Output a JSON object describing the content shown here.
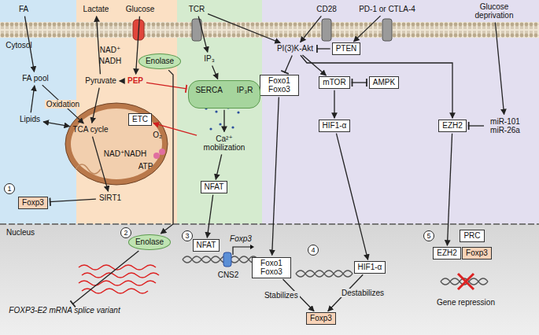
{
  "diagram": {
    "nodes": [
      {
        "text": [
          "FA"
        ]
      },
      {
        "text": [
          "Lactate"
        ]
      },
      {
        "text": [
          "Glucose"
        ]
      },
      {
        "text": [
          "TCR"
        ]
      },
      {
        "text": [
          "CD28"
        ]
      },
      {
        "text": [
          "PD-1 or CTLA-4"
        ]
      },
      {
        "text": [
          "Glucose deprivation"
        ]
      },
      {
        "text": [
          "FA pool"
        ]
      },
      {
        "text": [
          "Lipids"
        ]
      },
      {
        "text": [
          "Pyruvate"
        ]
      },
      {
        "text": [
          "PEP"
        ]
      },
      {
        "text": [
          "Enolase"
        ]
      },
      {
        "text": [
          "IP₃"
        ]
      },
      {
        "text": [
          "PI(3)K-Akt"
        ]
      },
      {
        "text": [
          "PTEN"
        ]
      },
      {
        "text": [
          "Foxo1 Foxo3"
        ]
      },
      {
        "text": [
          "mTOR"
        ]
      },
      {
        "text": [
          "AMPK"
        ]
      },
      {
        "text": [
          "SERCA",
          "IP₃R"
        ]
      },
      {
        "text": [
          "TCA cycle"
        ]
      },
      {
        "text": [
          "ETC"
        ]
      },
      {
        "text": [
          "Ca²⁺ mobilization"
        ]
      },
      {
        "text": [
          "HIF1-α"
        ]
      },
      {
        "text": [
          "EZH2"
        ]
      },
      {
        "text": [
          "miR-101 miR-26a"
        ]
      },
      {
        "text": [
          "SIRT1"
        ]
      },
      {
        "text": [
          "Foxp3"
        ]
      },
      {
        "text": [
          "NFAT"
        ]
      },
      {
        "text": [
          "Enolase"
        ]
      },
      {
        "text": [
          "FOXP3-E2 mRNA splice variant"
        ]
      },
      {
        "text": [
          "NFAT"
        ]
      },
      {
        "text": [
          "Foxo1 Foxo3"
        ]
      },
      {
        "text": [
          "HIF1-α"
        ]
      },
      {
        "text": [
          "PRC"
        ]
      },
      {
        "text": [
          "EZH2"
        ]
      },
      {
        "text": [
          "Foxp3"
        ]
      },
      {
        "text": [
          "Foxp3"
        ]
      }
    ],
    "edges": [
      {
        "from": 0,
        "to": 7,
        "arrow": "to"
      },
      {
        "from": 8,
        "to": 7,
        "arrow": "to"
      },
      {
        "from": 7,
        "to": 19,
        "label": "Oxidation",
        "arrow": "to"
      },
      {
        "from": 8,
        "to": 19,
        "arrow": "both"
      },
      {
        "from": 2,
        "to": 10,
        "arrow": "to"
      },
      {
        "from": 10,
        "to": 9,
        "arrow": "to"
      },
      {
        "from": 9,
        "to": 1,
        "arrow": "to"
      },
      {
        "from": 9,
        "to": 19,
        "arrow": "to"
      },
      {
        "from": 10,
        "to": 18,
        "arrow": "to"
      },
      {
        "from": 11,
        "to": 28,
        "arrow": "to"
      },
      {
        "from": 28,
        "to": 29,
        "arrow": "to"
      },
      {
        "from": 19,
        "to": 25,
        "arrow": "to"
      },
      {
        "from": 25,
        "to": 26,
        "arrow": "to"
      },
      {
        "from": 3,
        "to": 12,
        "arrow": "to"
      },
      {
        "from": 12,
        "to": 18,
        "arrow": "to"
      },
      {
        "from": 18,
        "to": 21,
        "arrow": "to"
      },
      {
        "from": 21,
        "to": 27,
        "arrow": "to"
      },
      {
        "from": 21,
        "to": 20,
        "arrow": "to"
      },
      {
        "from": 27,
        "to": 30,
        "arrow": "to"
      },
      {
        "from": 3,
        "to": 13,
        "arrow": "to"
      },
      {
        "from": 4,
        "to": 13,
        "arrow": "to"
      },
      {
        "from": 5,
        "to": 14,
        "arrow": "to"
      },
      {
        "from": 14,
        "to": 13,
        "arrow": "to"
      },
      {
        "from": 13,
        "to": 15,
        "arrow": "to"
      },
      {
        "from": 13,
        "to": 16,
        "arrow": "to"
      },
      {
        "from": 13,
        "to": 23,
        "arrow": "to"
      },
      {
        "from": 16,
        "to": 17,
        "arrow": "both"
      },
      {
        "from": 16,
        "to": 22,
        "arrow": "to"
      },
      {
        "from": 22,
        "to": 32,
        "arrow": "to"
      },
      {
        "from": 15,
        "to": 31,
        "arrow": "to"
      },
      {
        "from": 23,
        "to": 34,
        "arrow": "to"
      },
      {
        "from": 24,
        "to": 23,
        "arrow": "to"
      },
      {
        "from": 6,
        "to": 24,
        "arrow": "to"
      },
      {
        "from": 31,
        "to": 36,
        "label": "Stabilizes",
        "arrow": "to"
      },
      {
        "from": 32,
        "to": 36,
        "label": "Destabilizes",
        "arrow": "to"
      }
    ],
    "labels": [
      "Cytosol",
      "Nucleus",
      "NAD⁺",
      "NADH",
      "NAD⁺",
      "NADH",
      "O₂",
      "ATP",
      "Foxp3",
      "CNS2",
      "Gene repression",
      "1",
      "2",
      "3",
      "4",
      "5"
    ]
  }
}
